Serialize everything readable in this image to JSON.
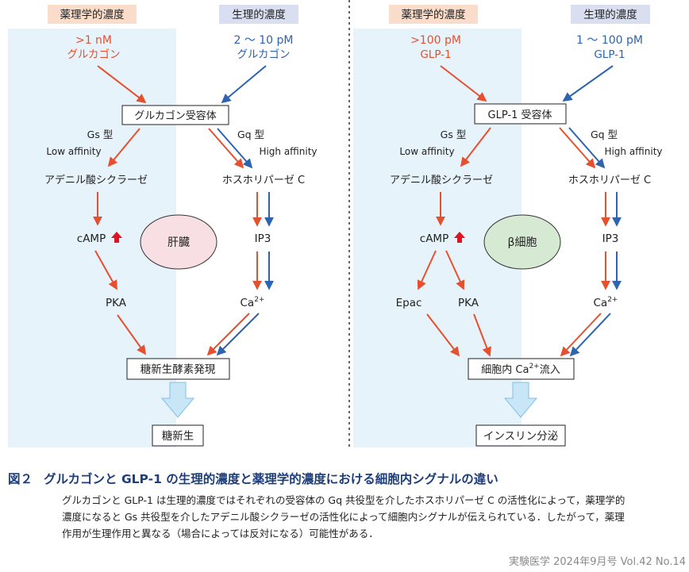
{
  "left": {
    "pharm_header": "薬理学的濃度",
    "phys_header": "生理的濃度",
    "pharm_conc": [
      ">1 nM",
      "グルカゴン"
    ],
    "phys_conc": [
      "2 ～ 10 pM",
      "グルカゴン"
    ],
    "receptor": "グルカゴン受容体",
    "gs_label": "Gs 型",
    "gs_affinity": "Low affinity",
    "gq_label": "Gq 型",
    "gq_affinity": "High affinity",
    "enzyme_left": "アデニル酸シクラーゼ",
    "enzyme_right": "ホスホリパーゼ C",
    "camp": "cAMP",
    "organ": "肝臓",
    "ip3": "IP3",
    "pka": "PKA",
    "ca": "Ca",
    "ca_sup": "2+",
    "result_box": "糖新生酵素発現",
    "final_box": "糖新生"
  },
  "right": {
    "pharm_header": "薬理学的濃度",
    "phys_header": "生理的濃度",
    "pharm_conc": [
      ">100 pM",
      "GLP-1"
    ],
    "phys_conc": [
      "1 ～ 100 pM",
      "GLP-1"
    ],
    "receptor": "GLP-1 受容体",
    "gs_label": "Gs 型",
    "gs_affinity": "Low affinity",
    "gq_label": "Gq 型",
    "gq_affinity": "High affinity",
    "enzyme_left": "アデニル酸シクラーゼ",
    "enzyme_right": "ホスホリパーゼ C",
    "camp": "cAMP",
    "cell": "β細胞",
    "ip3": "IP3",
    "epac": "Epac",
    "pka": "PKA",
    "ca": "Ca",
    "ca_sup": "2+",
    "result_box_pre": "細胞内 Ca",
    "result_box_sup": "2+",
    "result_box_post": "流入",
    "final_box": "インスリン分泌"
  },
  "caption": {
    "fig_number": "図２",
    "title": "グルカゴンと GLP-1 の生理的濃度と薬理学的濃度における細胞内シグナルの違い",
    "body": [
      "グルカゴンと GLP-1 は生理的濃度ではそれぞれの受容体の Gq 共役型を介したホスホリパーゼ C の活性化によって，薬理学的",
      "濃度になると Gs 共役型を介したアデニル酸シクラーゼの活性化によって細胞内シグナルが伝えられている．したがって，薬理",
      "作用が生理作用と異なる（場合によっては反対になる）可能性がある．"
    ],
    "footer": "実験医学 2024年9月号 Vol.42 No.14"
  },
  "colors": {
    "pharm_red": "#e5502f",
    "phys_blue": "#2e63b0",
    "header_red_bg": "#f9dcc9",
    "header_blue_bg": "#d9dff0",
    "panel_bg": "#e6f3fb",
    "liver_fill": "#f8dfe3",
    "beta_fill": "#d6ead3",
    "hollow_arrow": "#c9e6f6",
    "caption_blue": "#1d3e7a"
  },
  "icons": {
    "camp_up": "up-arrow-icon"
  }
}
